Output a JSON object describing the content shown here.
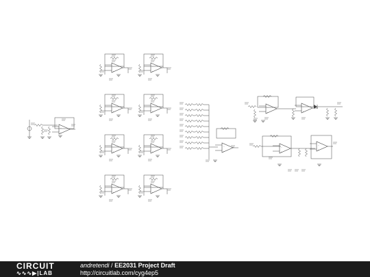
{
  "footer": {
    "logo_top": "CIRCUIT",
    "logo_bottom": "LAB",
    "author": "andretendi",
    "separator": " / ",
    "title": "EE2031 Project Draft",
    "url": "http://circuitlab.com/cyg4ep5"
  },
  "colors": {
    "footer_bg": "#1c1c1c",
    "wire": "#444444",
    "label": "#555555"
  }
}
